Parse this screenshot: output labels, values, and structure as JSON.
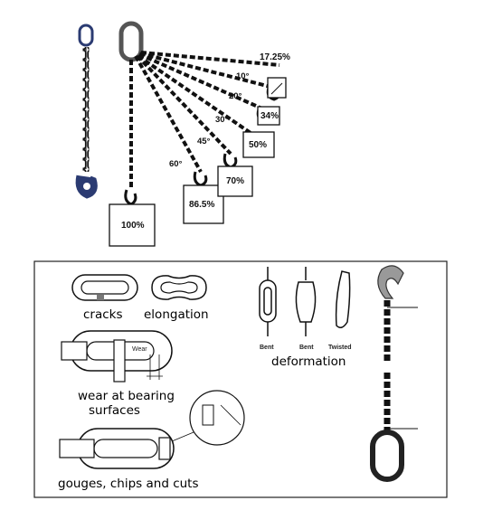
{
  "sling": {
    "angles": [
      "10°",
      "20°",
      "30°",
      "45°",
      "60°"
    ],
    "percentages": [
      "100%",
      "86.5%",
      "70%",
      "50%",
      "34%",
      "17.25%"
    ]
  },
  "damage_types": {
    "cracks": "cracks",
    "elongation": "elongation",
    "wear": "wear at bearing",
    "wear_line2": "surfaces",
    "wear_tag": "Wear",
    "deformation": "deformation",
    "bent_1": "Bent",
    "bent_2": "Bent",
    "twisted": "Twisted",
    "gouges": "gouges, chips and cuts"
  }
}
